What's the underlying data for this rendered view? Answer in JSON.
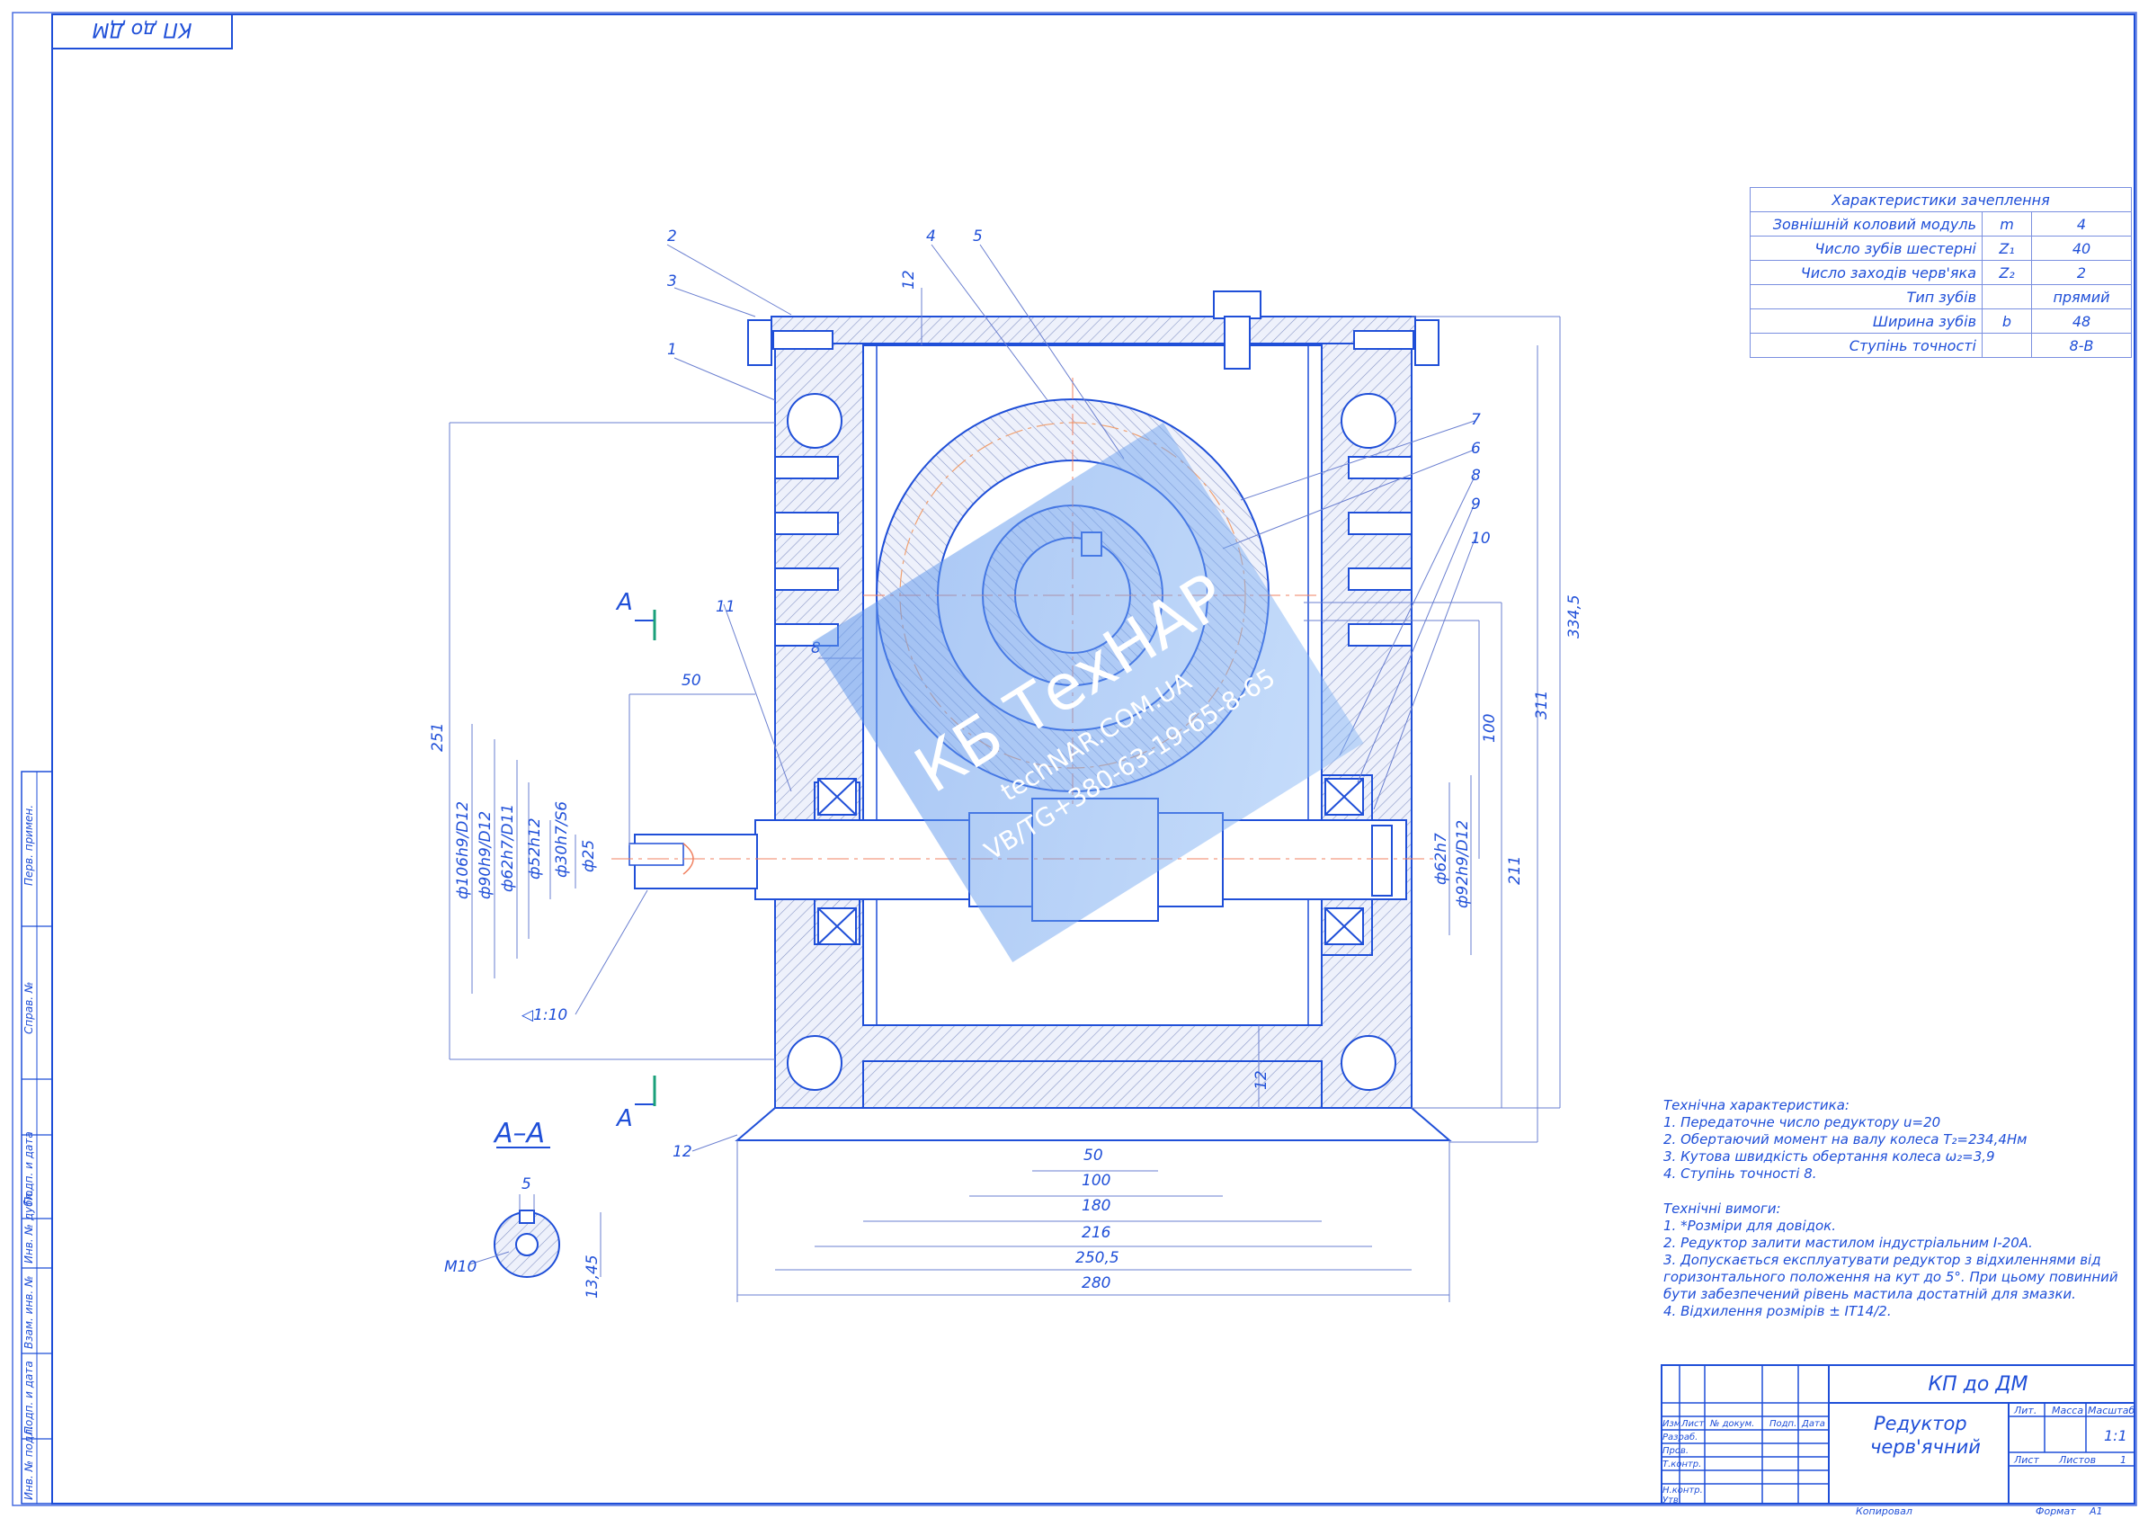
{
  "corner_label": "КП до ДМ",
  "sidebar_labels": [
    "Перв. примен.",
    "Справ. №",
    "Подп. и дата",
    "Инв. № дубл.",
    "Взам. инв. №",
    "Подп. и дата",
    "Инв. № подл."
  ],
  "watermark": {
    "brand": "КБ ТехНАР",
    "site": "techNAR.COM.UA",
    "contact": "VB/TG+380-63-19-65-8-65"
  },
  "gear_table": {
    "title": "Характеристики зачеплення",
    "rows": [
      {
        "name": "Зовнішній коловий модуль",
        "sym": "m",
        "val": "4"
      },
      {
        "name": "Число зубів шестерні",
        "sym": "Z₁",
        "val": "40"
      },
      {
        "name": "Число заходів черв'яка",
        "sym": "Z₂",
        "val": "2"
      },
      {
        "name": "Тип зубів",
        "sym": "",
        "val": "прямий"
      },
      {
        "name": "Ширина зубів",
        "sym": "b",
        "val": "48"
      },
      {
        "name": "Ступінь точності",
        "sym": "",
        "val": "8-B"
      }
    ]
  },
  "callouts": [
    "1",
    "2",
    "3",
    "4",
    "5",
    "6",
    "7",
    "8",
    "9",
    "10",
    "11",
    "12"
  ],
  "dims": {
    "top_12": "12",
    "mid_12": "12",
    "d8": "8",
    "d50_left": "50",
    "d251": "251",
    "d334": "334,5",
    "d311": "311",
    "d100_right": "100",
    "d211": "211",
    "left_fits": [
      "ф106h9/D12",
      "ф90h9/D12",
      "ф62h7/D11",
      "ф52h12",
      "ф30h7/S6",
      "ф25"
    ],
    "right_fits": [
      "ф62h7",
      "ф92h9/D12"
    ],
    "taper": "◁1:10",
    "bottom": [
      "50",
      "100",
      "180",
      "216",
      "250,5",
      "280"
    ],
    "section": "А–А",
    "sec_5": "5",
    "sec_m10": "M10",
    "sec_1345": "13,45",
    "cut_a": "А"
  },
  "notes": {
    "tech_title": "Технічна характеристика:",
    "tech": [
      "1. Передаточне число редуктору u=20",
      "2. Обертаючий момент на валу колеса T₂=234,4Нм",
      "3. Кутова швидкість обертання колеса ω₂=3,9",
      "4. Ступінь точності 8."
    ],
    "req_title": "Технічні вимоги:",
    "req": [
      "1. *Розміри для довідок.",
      "2. Редуктор залити мастилом індустріальним І-20А.",
      "3. Допускається експлуатувати редуктор з відхиленнями від",
      "горизонтального положення на кут до 5°. При цьому повинний",
      "бути забезпечений рівень мастила достатній для змазки.",
      "4. Відхилення розмірів ± IT14/2."
    ]
  },
  "title_block": {
    "code": "КП до ДМ",
    "name1": "Редуктор",
    "name2": "черв'ячний",
    "col_izm": "Изм",
    "col_list": "Лист",
    "col_doc": "№ докум.",
    "col_podp": "Подп.",
    "col_date": "Дата",
    "r_razrab": "Разраб.",
    "r_prov": "Пров.",
    "r_tkontr": "Т.контр.",
    "r_nkontr": "Н.контр.",
    "r_utv": "Утв.",
    "lit": "Лит.",
    "massa": "Масса",
    "masshtab": "Масштаб",
    "scale": "1:1",
    "list": "Лист",
    "listov": "Листов",
    "listov_val": "1",
    "kopiroval": "Копировал",
    "format": "Формат",
    "format_val": "А1"
  }
}
